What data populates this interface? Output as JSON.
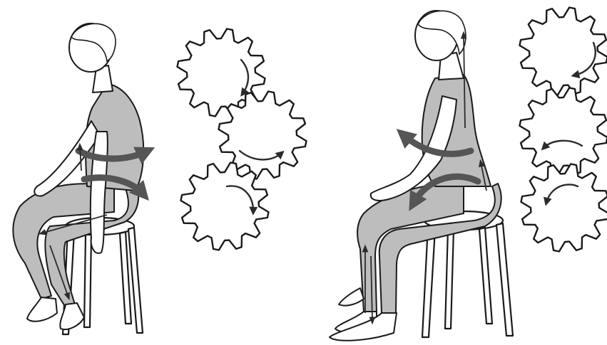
{
  "figures": [
    {
      "name": "slouched-seated-figure",
      "posture": "slouched"
    },
    {
      "name": "upright-seated-figure",
      "posture": "upright"
    }
  ],
  "gear_groups": [
    {
      "name": "gears-left",
      "count": 3,
      "rotation": "clockwise"
    },
    {
      "name": "gears-right",
      "count": 3,
      "rotation": "counter-clockwise"
    }
  ],
  "colors": {
    "line": "#1a1a1a",
    "body_shading": "#bdbdbd",
    "arrow": "#555555",
    "background": "#ffffff"
  }
}
